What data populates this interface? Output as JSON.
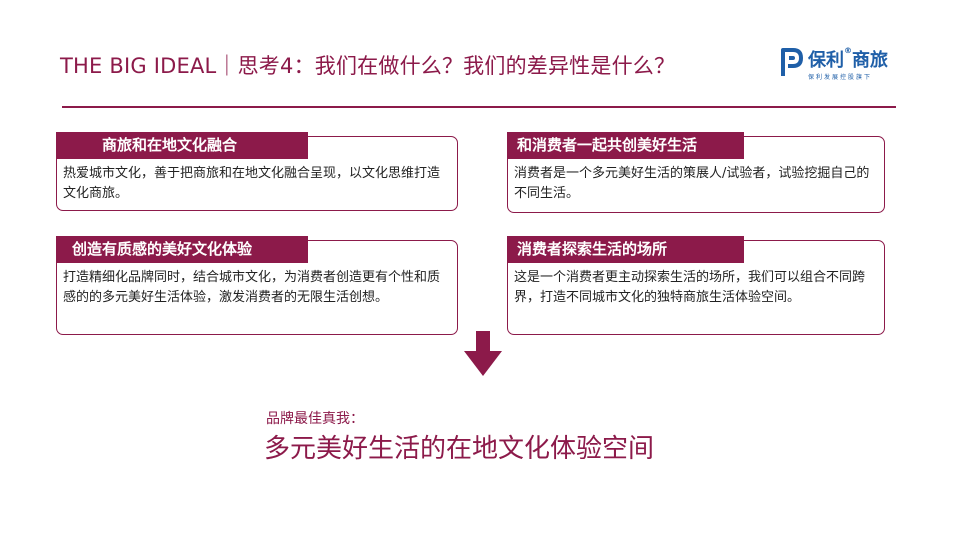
{
  "title": "THE BIG IDEAL｜思考4：我们在做什么？我们的差异性是什么？",
  "logo": {
    "name": "保利",
    "reg": "®",
    "suffix": "商旅",
    "sub": "保利发展控股旗下"
  },
  "colors": {
    "accent": "#8c1a4a",
    "logo": "#1f5fa8"
  },
  "cards": [
    {
      "heading": "商旅和在地文化融合",
      "body": "热爱城市文化，善于把商旅和在地文化融合呈现，以文化思维打造文化商旅。"
    },
    {
      "heading": "和消费者一起共创美好生活",
      "body": "消费者是一个多元美好生活的策展人/试验者，试验挖掘自己的不同生活。"
    },
    {
      "heading": "创造有质感的美好文化体验",
      "body": "打造精细化品牌同时，结合城市文化，为消费者创造更有个性和质感的的多元美好生活体验，激发消费者的无限生活创想。"
    },
    {
      "heading": "消费者探索生活的场所",
      "body": "这是一个消费者更主动探索生活的场所，我们可以组合不同跨界，打造不同城市文化的独特商旅生活体验空间。"
    }
  ],
  "ideal": {
    "label": "品牌最佳真我：",
    "main": "多元美好生活的在地文化体验空间"
  }
}
